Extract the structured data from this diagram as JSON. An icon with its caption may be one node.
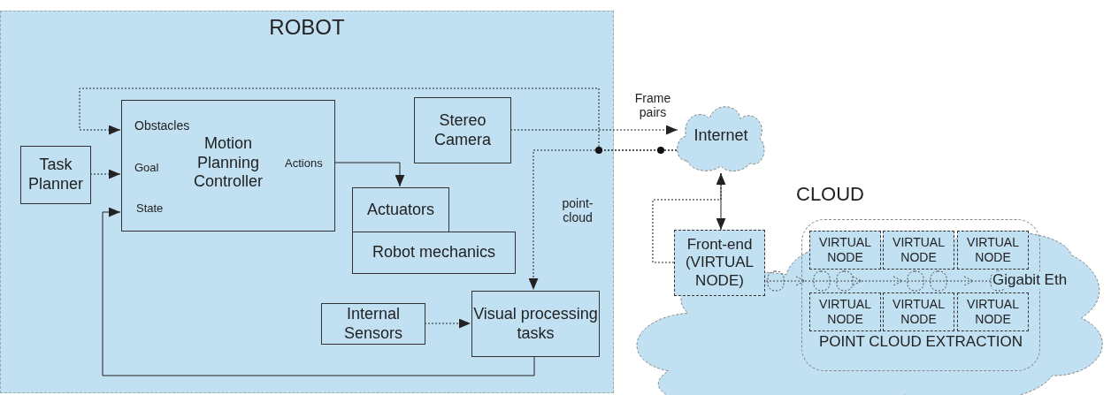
{
  "diagram": {
    "nodes": [
      {
        "text": [
          "ROBOT"
        ]
      },
      {
        "text": [
          "Task Planner"
        ],
        "in": 0
      },
      {
        "text": [
          "Obstacles",
          "Goal",
          "Motion Planning Controller",
          "Actions",
          "State"
        ],
        "in": 0
      },
      {
        "text": [
          "Stereo Camera"
        ],
        "in": 0
      },
      {
        "text": [
          "Actuators"
        ],
        "in": 0
      },
      {
        "text": [
          "Robot mechanics"
        ],
        "in": 0
      },
      {
        "text": [
          "Internal Sensors"
        ],
        "in": 0
      },
      {
        "text": [
          "Visual processing tasks"
        ],
        "in": 0
      },
      {
        "text": [
          "Internet"
        ]
      },
      {
        "text": [
          "CLOUD"
        ]
      },
      {
        "text": [
          "Front-end (VIRTUAL NODE)"
        ],
        "in": 9
      },
      {
        "text": [
          "POINT CLOUD EXTRACTION"
        ],
        "in": 9
      },
      {
        "text": [
          "VIRTUAL NODE"
        ],
        "in": 11
      },
      {
        "text": [
          "VIRTUAL NODE"
        ],
        "in": 11
      },
      {
        "text": [
          "VIRTUAL NODE"
        ],
        "in": 11
      },
      {
        "text": [
          "VIRTUAL NODE"
        ],
        "in": 11
      },
      {
        "text": [
          "VIRTUAL NODE"
        ],
        "in": 11
      },
      {
        "text": [
          "VIRTUAL NODE"
        ],
        "in": 11
      }
    ],
    "edges": [
      {
        "from": 1,
        "to": 2,
        "arrow": "to",
        "style": "dashed"
      },
      {
        "from": 8,
        "to": 2,
        "arrow": "to",
        "style": "dashed"
      },
      {
        "from": 8,
        "to": 7,
        "arrow": "to",
        "style": "dashed",
        "label": "point-cloud"
      },
      {
        "from": 3,
        "to": 8,
        "arrow": "to",
        "style": "dashed",
        "label": "Frame pairs"
      },
      {
        "from": 2,
        "to": 4,
        "arrow": "to"
      },
      {
        "from": 6,
        "to": 7,
        "arrow": "to",
        "style": "dashed"
      },
      {
        "from": 7,
        "to": 2,
        "arrow": "to"
      },
      {
        "from": 8,
        "to": 10,
        "arrow": "both"
      },
      {
        "from": 10,
        "to": 8,
        "arrow": "none",
        "style": "dashed"
      }
    ],
    "labels": [
      "Gigabit Eth"
    ]
  }
}
